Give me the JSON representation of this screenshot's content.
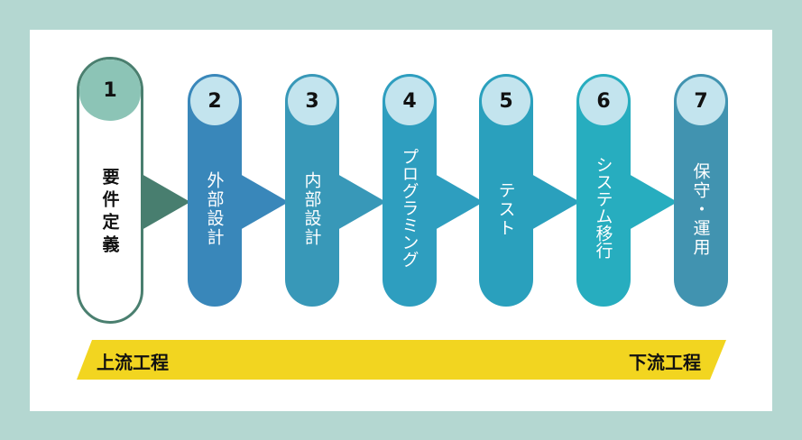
{
  "steps": [
    {
      "num": "1",
      "label": "要件定義",
      "color": "#4a7f6f"
    },
    {
      "num": "2",
      "label": "外部設計",
      "color": "#3987ba"
    },
    {
      "num": "3",
      "label": "内部設計",
      "color": "#3898b8"
    },
    {
      "num": "4",
      "label": "プログラミング",
      "color": "#2e9ebf"
    },
    {
      "num": "5",
      "label": "テスト",
      "color": "#2aa0bd"
    },
    {
      "num": "6",
      "label": "システム移行",
      "color": "#27adbf"
    },
    {
      "num": "7",
      "label": "保守・運用",
      "color": "#4193b0"
    }
  ],
  "bar": {
    "left": "上流工程",
    "right": "下流工程",
    "color": "#f2d520"
  }
}
